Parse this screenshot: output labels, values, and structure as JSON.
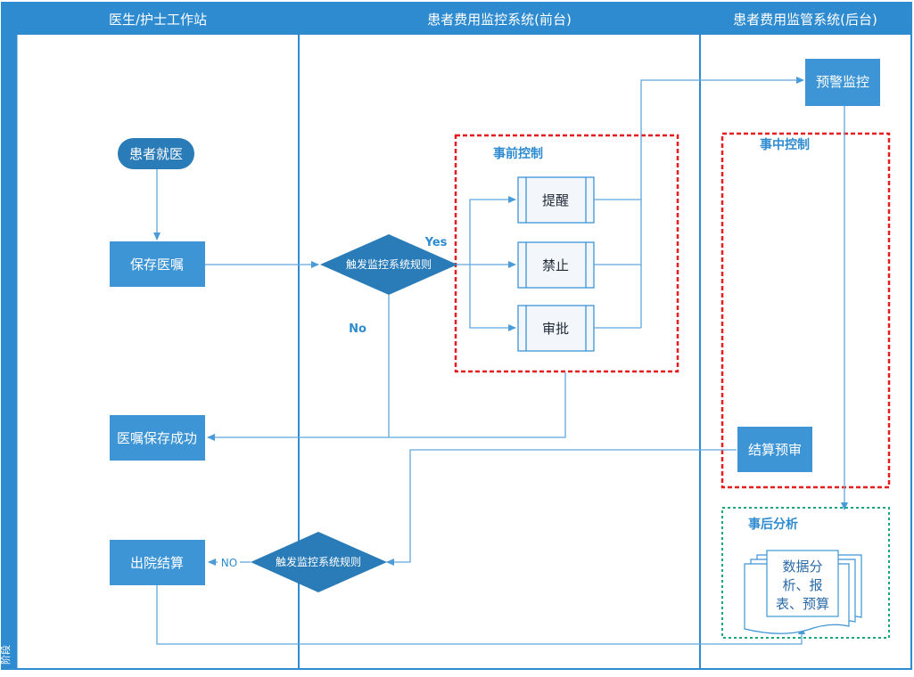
{
  "lanes": [
    "医生/护士工作站",
    "患者费用监控系统(前台)",
    "患者费用监管系统(后台)"
  ],
  "stage_label": "阶段",
  "nodes": {
    "start": "患者就医",
    "save_order": "保存医嘱",
    "order_saved": "医嘱保存成功",
    "discharge": "出院结算",
    "trigger_rules_1": "触发监控系统规则",
    "trigger_rules_2": "触发监控系统规则",
    "remind": "提醒",
    "forbid": "禁止",
    "approve": "审批",
    "alert_monitor": "预警监控",
    "settlement_review": "结算预审",
    "data_analysis": "数据分析、报表、预算"
  },
  "doc_lines": [
    "数据分",
    "析、报",
    "表、预算"
  ],
  "regions": {
    "pre_control": "事前控制",
    "mid_control": "事中控制",
    "post_analysis": "事后分析"
  },
  "edge_labels": {
    "yes": "Yes",
    "no": "No",
    "no2": "NO"
  },
  "colors": {
    "lane_header": "#2e8bd0",
    "node_fill": "#3d95d6",
    "diamond_fill": "#2a7cb8",
    "line": "#5fa8dd",
    "red_dash": "#e51d1d",
    "green_dash": "#19a974",
    "subproc_fill": "#f3f7fb"
  }
}
